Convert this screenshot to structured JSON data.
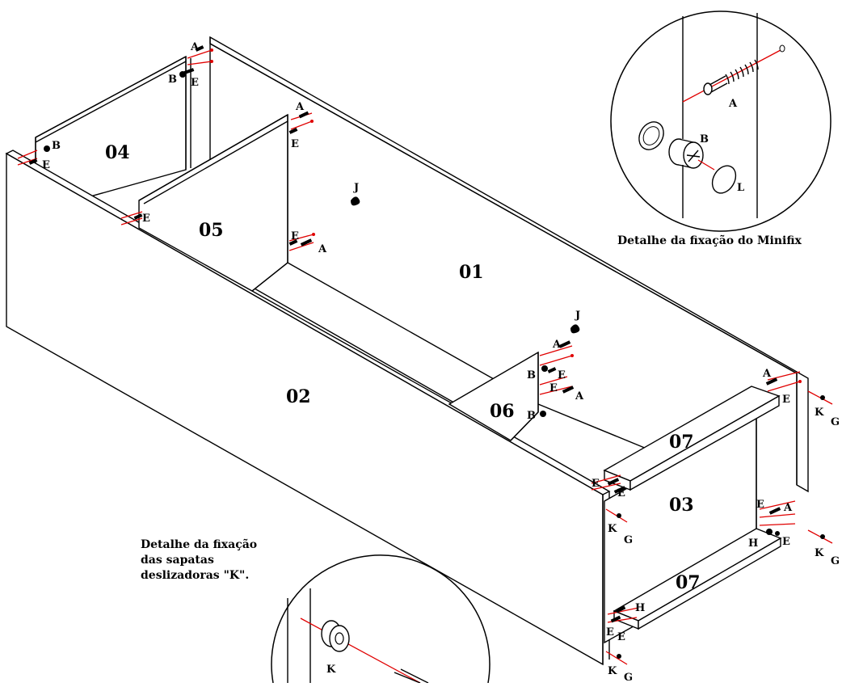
{
  "panels": {
    "p01": "01",
    "p02": "02",
    "p03": "03",
    "p04": "04",
    "p05": "05",
    "p06": "06",
    "p07a": "07",
    "p07b": "07"
  },
  "hardware_labels": {
    "A": "A",
    "B": "B",
    "E": "E",
    "G": "G",
    "H": "H",
    "J": "J",
    "K": "K",
    "L": "L"
  },
  "notes": {
    "minifix_caption": "Detalhe da fixação do Minifix",
    "sapatas_line1": "Detalhe da fixação",
    "sapatas_line2": "das sapatas",
    "sapatas_line3": "deslizadoras \"K\"."
  },
  "colors": {
    "line": "#000000",
    "axis": "#e00000",
    "background": "#ffffff"
  }
}
